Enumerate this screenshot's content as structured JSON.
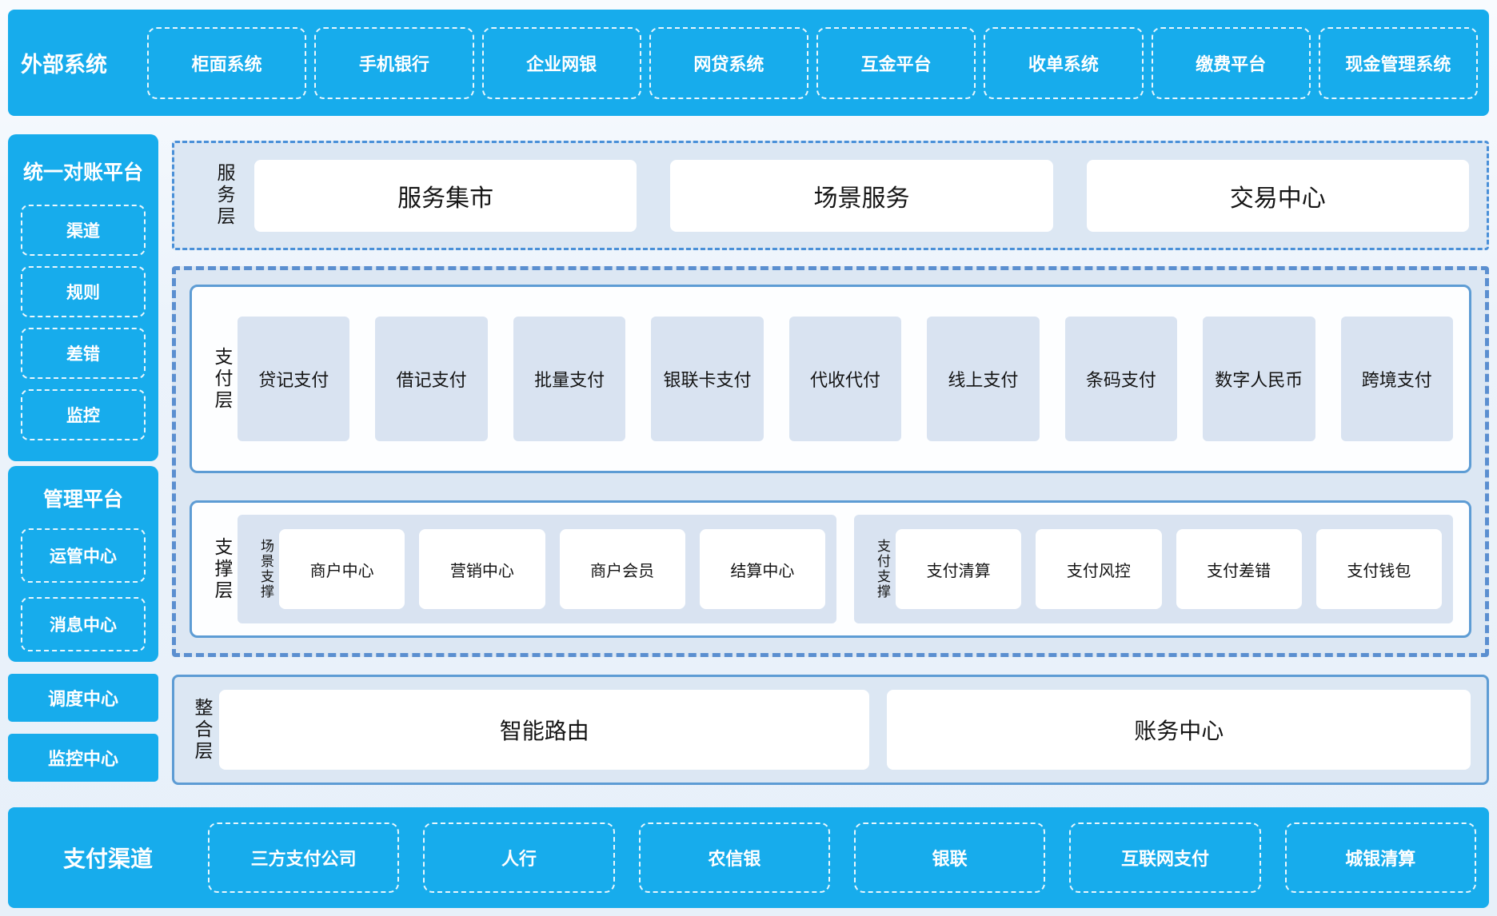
{
  "colors": {
    "accent_cyan": "#17ACEC",
    "panel_bg": "#DCE7F3",
    "item_bg": "#D9E3F1",
    "solid_border": "#5D9CD4",
    "dashed_border": "#5B8FD0",
    "text": "#141414"
  },
  "external_systems": {
    "title": "外部系统",
    "items": [
      "柜面系统",
      "手机银行",
      "企业网银",
      "网贷系统",
      "互金平台",
      "收单系统",
      "缴费平台",
      "现金管理系统"
    ]
  },
  "sidebar": {
    "reconciliation": {
      "title": "统一对账平台",
      "items": [
        "渠道",
        "规则",
        "差错",
        "监控"
      ]
    },
    "management": {
      "title": "管理平台",
      "items": [
        "运管中心",
        "消息中心"
      ]
    },
    "scheduler": "调度中心",
    "monitoring": "监控中心"
  },
  "service_layer": {
    "label": "服务层",
    "items": [
      "服务集市",
      "场景服务",
      "交易中心"
    ]
  },
  "payment_layer": {
    "label": "支付层",
    "items": [
      "贷记支付",
      "借记支付",
      "批量支付",
      "银联卡支付",
      "代收代付",
      "线上支付",
      "条码支付",
      "数字人民币",
      "跨境支付"
    ]
  },
  "support_layer": {
    "label": "支撑层",
    "groups": [
      {
        "label": "场景支撑",
        "items": [
          "商户中心",
          "营销中心",
          "商户会员",
          "结算中心"
        ]
      },
      {
        "label": "支付支撑",
        "items": [
          "支付清算",
          "支付风控",
          "支付差错",
          "支付钱包"
        ]
      }
    ]
  },
  "integration_layer": {
    "label": "整合层",
    "items": [
      "智能路由",
      "账务中心"
    ]
  },
  "payment_channels": {
    "title": "支付渠道",
    "items": [
      "三方支付公司",
      "人行",
      "农信银",
      "银联",
      "互联网支付",
      "城银清算"
    ]
  }
}
